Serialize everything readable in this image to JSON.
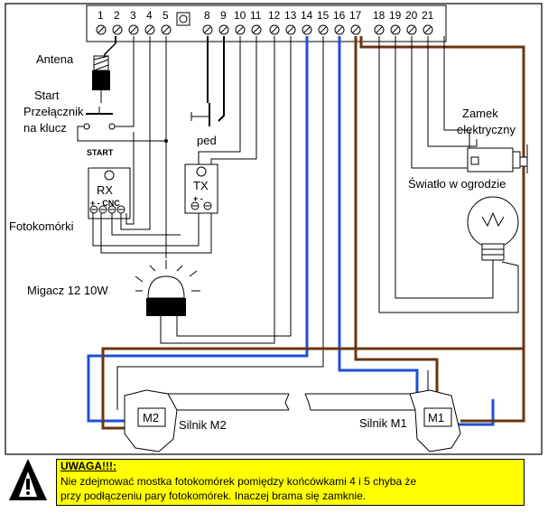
{
  "terminal_numbers": [
    "1",
    "2",
    "3",
    "4",
    "5",
    "8",
    "9",
    "10",
    "11",
    "12",
    "13",
    "14",
    "15",
    "16",
    "17",
    "18",
    "19",
    "20",
    "21"
  ],
  "labels": {
    "antenna": "Antena",
    "start_line1": "Start",
    "start_line2": "Przełącznik",
    "start_line3": "na klucz",
    "start_small": "START",
    "ped": "ped",
    "rx": "RX",
    "rx_terms": "+ - CNC",
    "tx": "TX",
    "tx_terms": "+ -",
    "photocells": "Fotokomórki",
    "lamp": "Migacz 12 10W",
    "lock_line1": "Zamek",
    "lock_line2": "elektryczny",
    "garden_light": "Światło w ogrodzie",
    "motor_m2_badge": "M2",
    "motor_m2_label": "Silnik M2",
    "motor_m1_badge": "M1",
    "motor_m1_label": "Silnik M1"
  },
  "warning": {
    "title": "UWAGA!!!:",
    "line1": "Nie zdejmować  mostka fotokomórek pomiędzy końcówkami   4 i 5 chyba że",
    "line2": "przy podłączeniu pary fotokomórek. Inaczej brama się zamknie."
  },
  "colors": {
    "blue_wire": "#1f4fd6",
    "brown_wire": "#6b3410",
    "warning_bg": "#ffff00"
  }
}
